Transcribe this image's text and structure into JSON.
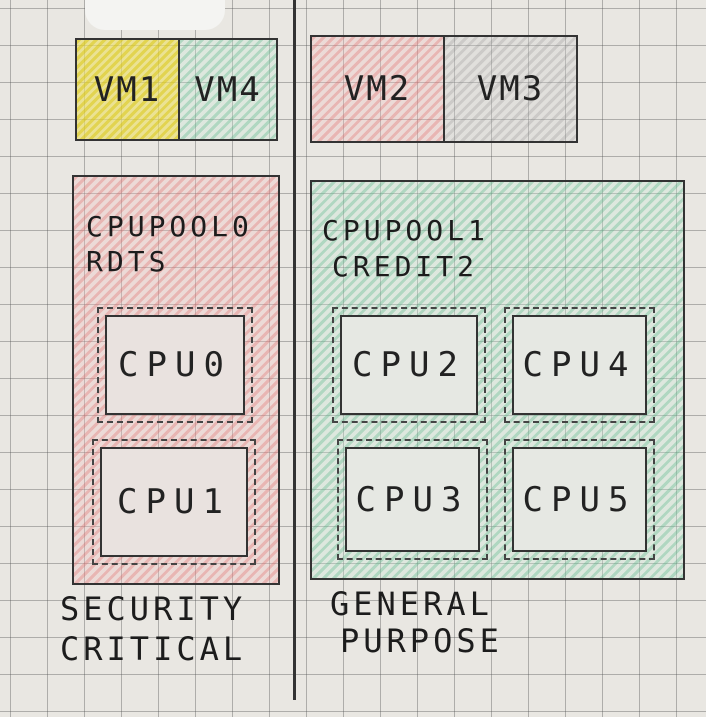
{
  "vms": {
    "left": [
      {
        "label": "VM1",
        "color": "#e0cf2c"
      },
      {
        "label": "VM4",
        "color": "#7fc9a4"
      }
    ],
    "right": [
      {
        "label": "VM2",
        "color": "#e88a8a"
      },
      {
        "label": "VM3",
        "color": "#aaaaaa"
      }
    ]
  },
  "pool0": {
    "name": "CPUPOOL0",
    "scheduler": "RDTS",
    "color": "#e88a8a",
    "cpus": [
      "CPU0",
      "CPU1"
    ],
    "caption_line1": "SECURITY",
    "caption_line2": "CRITICAL"
  },
  "pool1": {
    "name": "CPUPOOL1",
    "scheduler": "CREDIT2",
    "color": "#7fc9a4",
    "cpus": [
      "CPU2",
      "CPU4",
      "CPU3",
      "CPU5"
    ],
    "caption_line1": "GENERAL",
    "caption_line2": "PURPOSE"
  }
}
